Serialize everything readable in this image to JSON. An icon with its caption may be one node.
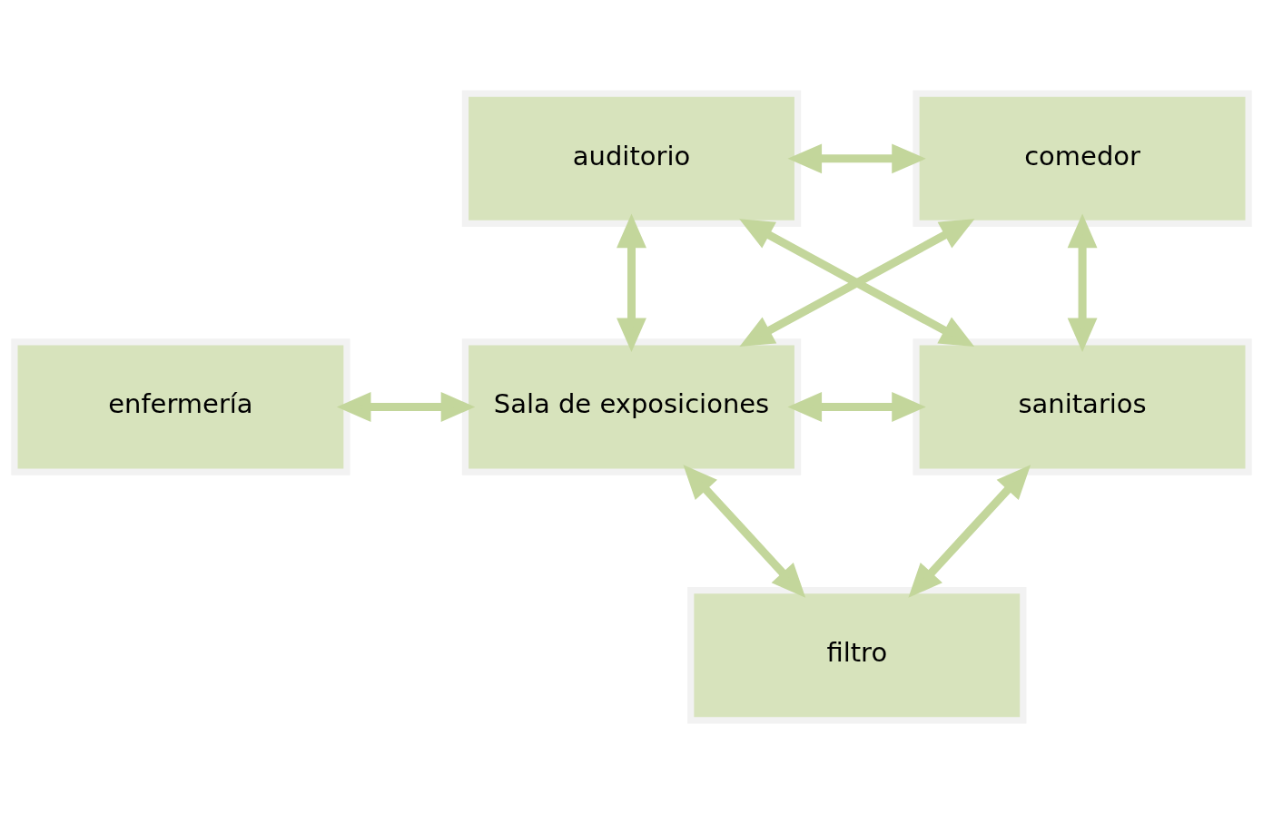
{
  "diagram": {
    "nodes": [
      {
        "text": [
          "auditorio"
        ]
      },
      {
        "text": [
          "comedor"
        ]
      },
      {
        "text": [
          "enfermería"
        ]
      },
      {
        "text": [
          "Sala de exposiciones"
        ]
      },
      {
        "text": [
          "sanitarios"
        ]
      },
      {
        "text": [
          "filtro"
        ]
      }
    ],
    "edges": [
      {
        "from": 0,
        "to": 1,
        "arrow": "both"
      },
      {
        "from": 0,
        "to": 3,
        "arrow": "both"
      },
      {
        "from": 1,
        "to": 3,
        "arrow": "both"
      },
      {
        "from": 0,
        "to": 4,
        "arrow": "both"
      },
      {
        "from": 1,
        "to": 4,
        "arrow": "both"
      },
      {
        "from": 2,
        "to": 3,
        "arrow": "both"
      },
      {
        "from": 3,
        "to": 4,
        "arrow": "both"
      },
      {
        "from": 3,
        "to": 5,
        "arrow": "both"
      },
      {
        "from": 4,
        "to": 5,
        "arrow": "both"
      }
    ]
  }
}
